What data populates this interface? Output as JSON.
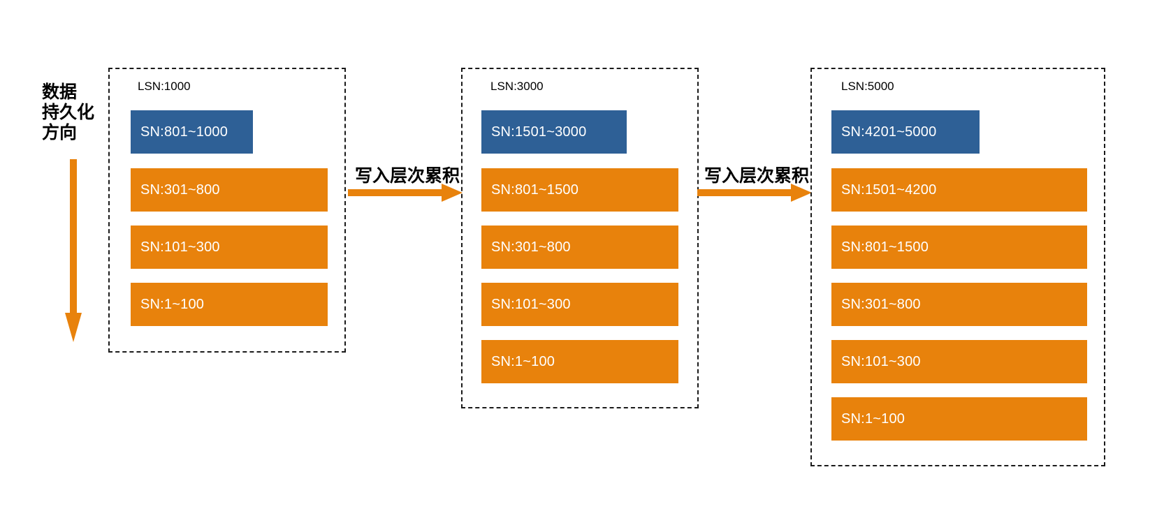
{
  "diagram": {
    "direction_note": {
      "label": "数据\n持久化\n方向",
      "arrow_name": "downward-arrow"
    },
    "accent_colors": {
      "blue": "#2E6096",
      "orange": "#E8820C",
      "border": "#1A1A1A"
    },
    "flows": [
      {
        "label": "写入层次累积"
      },
      {
        "label": "写入层次累积"
      }
    ],
    "panels": [
      {
        "lsn": "LSN:1000",
        "layers": [
          {
            "text": "SN:801~1000",
            "color": "blue"
          },
          {
            "text": "SN:301~800",
            "color": "orange"
          },
          {
            "text": "SN:101~300",
            "color": "orange"
          },
          {
            "text": "SN:1~100",
            "color": "orange"
          }
        ]
      },
      {
        "lsn": "LSN:3000",
        "layers": [
          {
            "text": "SN:1501~3000",
            "color": "blue"
          },
          {
            "text": "SN:801~1500",
            "color": "orange"
          },
          {
            "text": "SN:301~800",
            "color": "orange"
          },
          {
            "text": "SN:101~300",
            "color": "orange"
          },
          {
            "text": "SN:1~100",
            "color": "orange"
          }
        ]
      },
      {
        "lsn": "LSN:5000",
        "layers": [
          {
            "text": "SN:4201~5000",
            "color": "blue"
          },
          {
            "text": "SN:1501~4200",
            "color": "orange"
          },
          {
            "text": "SN:801~1500",
            "color": "orange"
          },
          {
            "text": "SN:301~800",
            "color": "orange"
          },
          {
            "text": "SN:101~300",
            "color": "orange"
          },
          {
            "text": "SN:1~100",
            "color": "orange"
          }
        ]
      }
    ]
  }
}
